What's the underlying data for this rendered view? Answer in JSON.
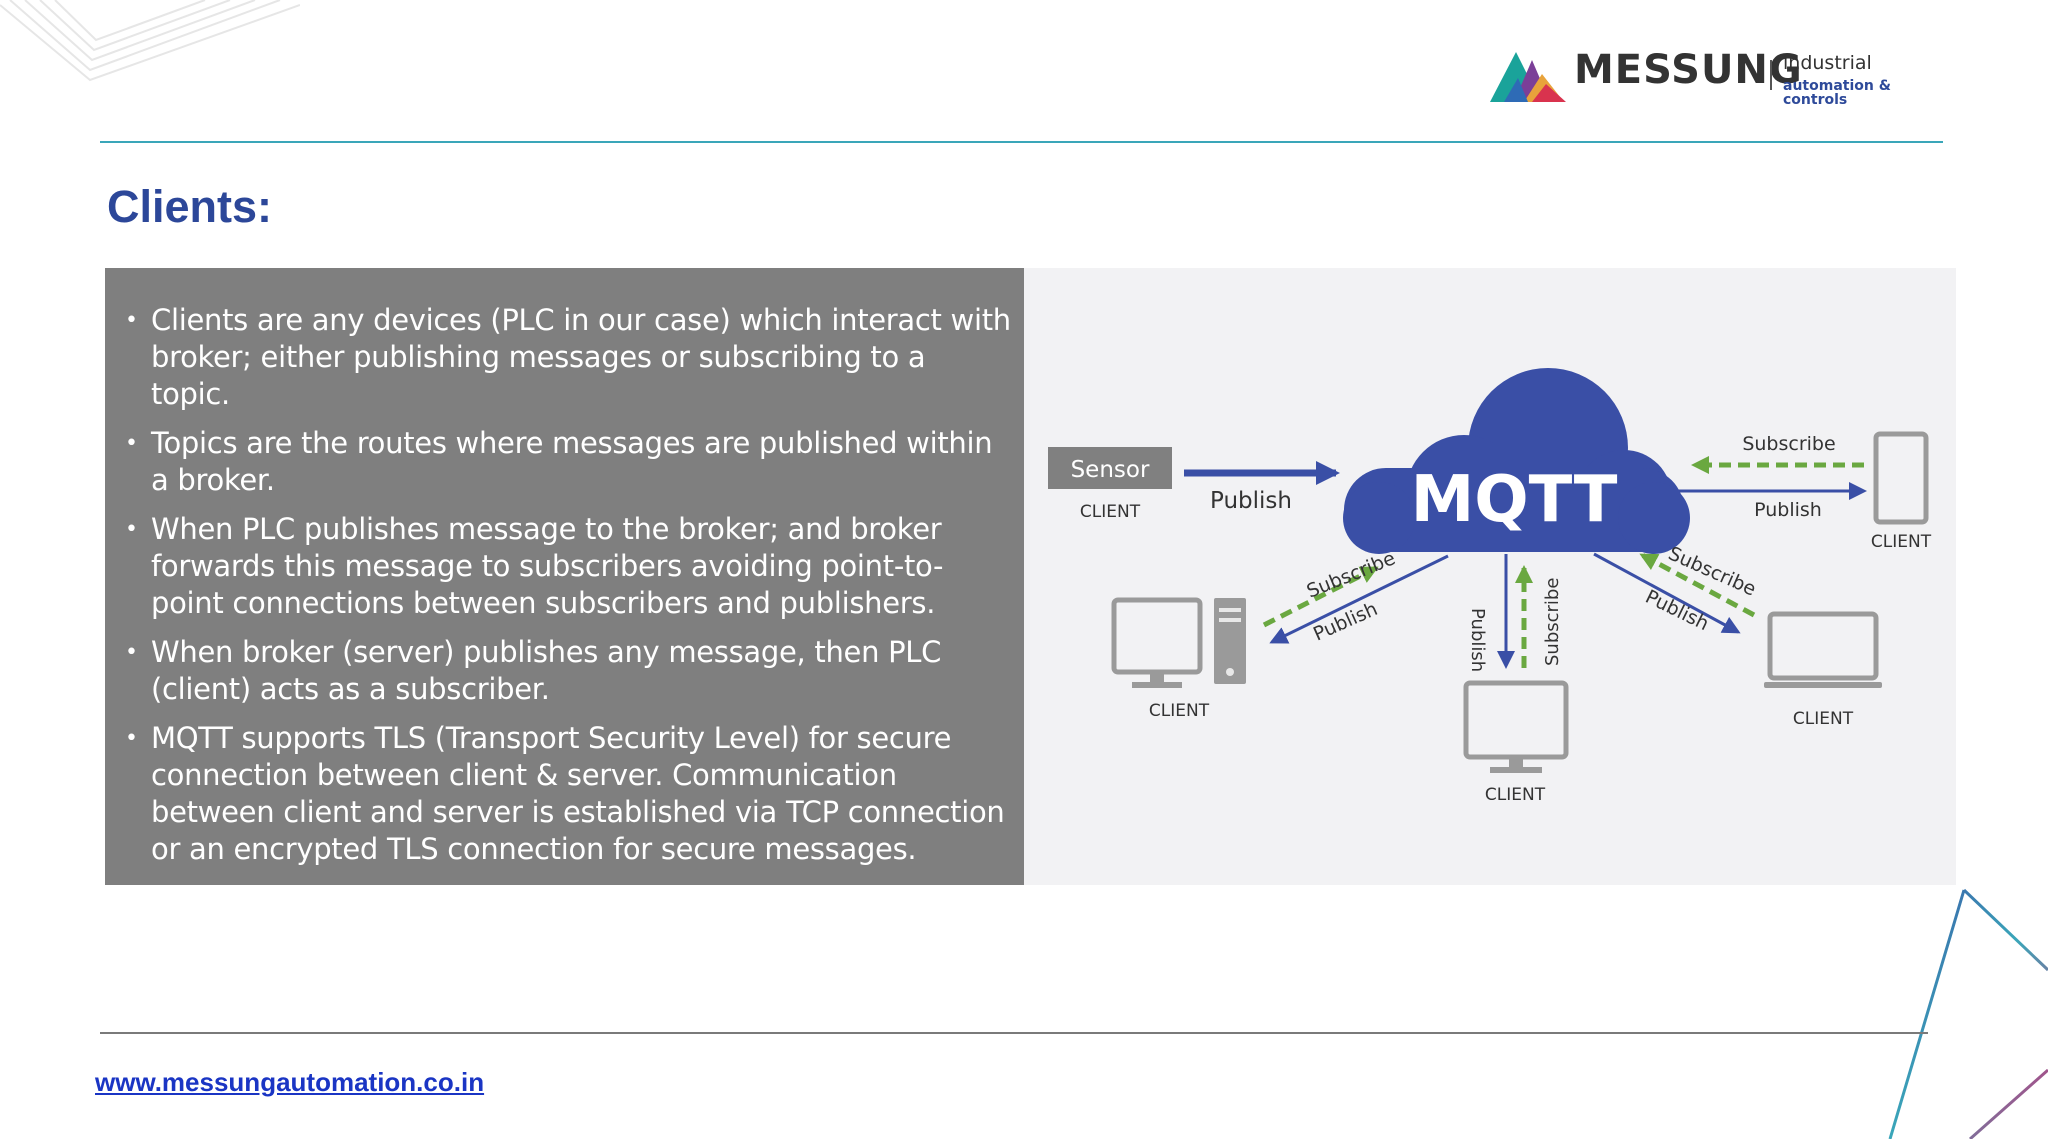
{
  "logo": {
    "brand": "MESSUNG",
    "tagline_top": "industrial",
    "tagline_bottom": "automation & controls"
  },
  "title": "Clients:",
  "bullets": [
    "Clients are any devices (PLC in our case) which interact with broker; either publishing messages or subscribing to a topic.",
    "Topics are the routes where messages are published within a broker.",
    "When PLC publishes message to the broker; and broker forwards this message to subscribers avoiding point-to-point connections between subscribers and publishers.",
    "When broker (server) publishes any message, then PLC (client) acts as a subscriber.",
    "MQTT supports TLS (Transport Security Level) for secure connection between client & server. Communication between client and server is established via TCP connection or an encrypted TLS connection for secure messages."
  ],
  "bullet_marker": "•",
  "diagram": {
    "broker": "MQTT",
    "sensor": "Sensor",
    "client": "CLIENT",
    "publish": "Publish",
    "subscribe": "Subscribe"
  },
  "colors": {
    "title": "#2c4799",
    "panel": "#7f7f7f",
    "cloud": "#3a4fa6",
    "publish_arrow": "#3a4fa6",
    "subscribe_arrow": "#6aa840",
    "rule_top": "#3aa6b9",
    "link": "#1a35c4"
  },
  "footer": {
    "website": "www.messungautomation.co.in"
  }
}
